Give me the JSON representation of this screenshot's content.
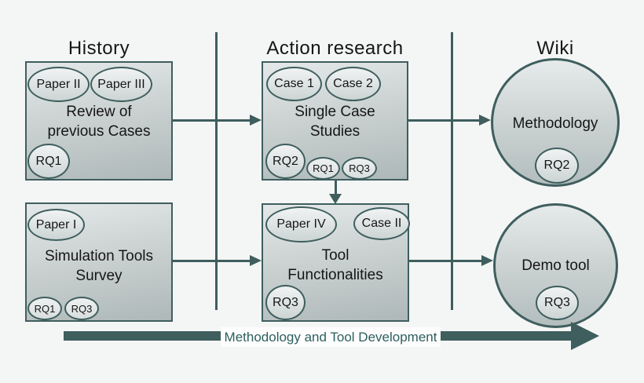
{
  "colors": {
    "background": "#f4f5f5",
    "stroke": "#3f5e5e",
    "text": "#161616",
    "banner_text": "#2e5f5f",
    "box_fill_top": "#e4e8e8",
    "box_fill_bottom": "#aeb8b8"
  },
  "columns": [
    {
      "label": "History"
    },
    {
      "label": "Action research"
    },
    {
      "label": "Wiki"
    }
  ],
  "nodes": {
    "review": {
      "title_line1": "Review of",
      "title_line2": "previous Cases",
      "badges_top": [
        "Paper II",
        "Paper III"
      ],
      "badges_bottom": [
        "RQ1"
      ]
    },
    "single_case": {
      "title_line1": "Single Case",
      "title_line2": "Studies",
      "badges_top": [
        "Case 1",
        "Case 2"
      ],
      "badge_rq_large": "RQ2",
      "badges_rq_small": [
        "RQ1",
        "RQ3"
      ]
    },
    "methodology": {
      "title": "Methodology",
      "badge": "RQ2"
    },
    "simulation": {
      "title_line1": "Simulation Tools",
      "title_line2": "Survey",
      "badges_top": [
        "Paper I"
      ],
      "badges_bottom": [
        "RQ1",
        "RQ3"
      ]
    },
    "tool_func": {
      "title_line1": "Tool",
      "title_line2": "Functionalities",
      "badges_top": [
        "Paper IV",
        "Case II"
      ],
      "badges_bottom": [
        "RQ3"
      ]
    },
    "demo": {
      "title": "Demo tool",
      "badge": "RQ3"
    }
  },
  "banner": {
    "label": "Methodology and Tool Development"
  }
}
